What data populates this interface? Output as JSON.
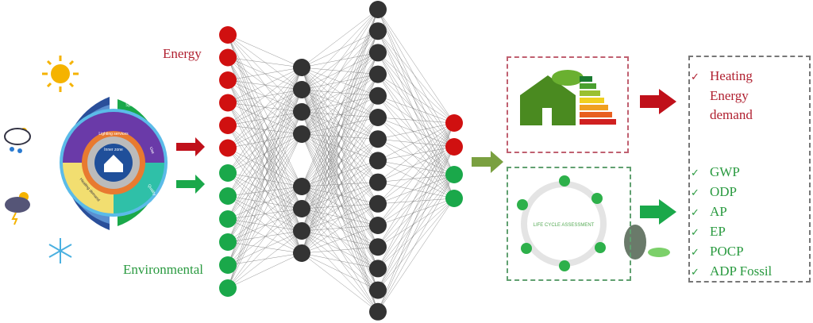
{
  "labels": {
    "energy": "Energy",
    "environmental": "Environmental"
  },
  "network": {
    "layers": [
      {
        "groups": [
          {
            "count": 6,
            "color": "#d01010"
          },
          {
            "count": 6,
            "color": "#1aa84a"
          }
        ]
      },
      {
        "groups": [
          {
            "count": 4,
            "color": "#333333"
          },
          {
            "count": 4,
            "color": "#333333"
          }
        ]
      },
      {
        "groups": [
          {
            "count": 15,
            "color": "#333333"
          }
        ]
      },
      {
        "groups": [
          {
            "count": 2,
            "color": "#d01010"
          },
          {
            "count": 2,
            "color": "#1aa84a"
          }
        ]
      }
    ]
  },
  "wheel": {
    "center": "Inner zone",
    "labels": [
      "Symptoms",
      "Quality",
      "Heating demand",
      "Comfort",
      "Lighting services",
      "Use"
    ]
  },
  "lca_text": "LIFE CYCLE ASSESSMENT",
  "outputs": {
    "energy": [
      "Heating",
      "Energy",
      "demand"
    ],
    "environmental": [
      "GWP",
      "ODP",
      "AP",
      "EP",
      "POCP",
      "ADP Fossil"
    ],
    "check": "✓"
  },
  "colors": {
    "red": "#c0101a",
    "green": "#1aa84a",
    "energyText": "#b02030",
    "envText": "#2a9a40"
  }
}
